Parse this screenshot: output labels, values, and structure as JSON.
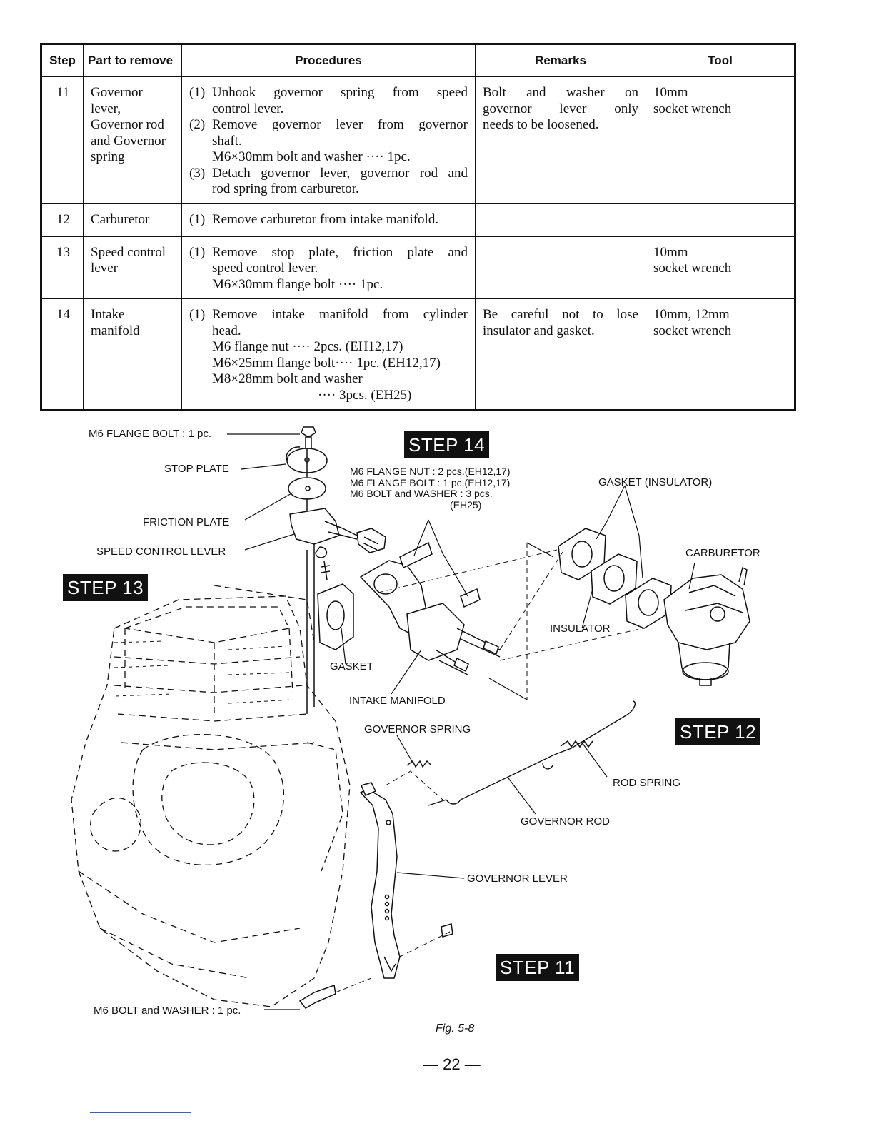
{
  "table": {
    "headers": {
      "step": "Step",
      "part": "Part to remove",
      "procedures": "Procedures",
      "remarks": "Remarks",
      "tool": "Tool"
    },
    "rows": [
      {
        "step": "11",
        "part": [
          "Governor",
          "lever,",
          "Governor rod",
          "and Governor",
          "spring"
        ],
        "procedures": {
          "p1_num": "(1)",
          "p1_a": "Unhook governor spring from speed",
          "p1_b": "control lever.",
          "p2_num": "(2)",
          "p2_a": "Remove governor lever from governor",
          "p2_b": "shaft.",
          "p2_c": "M6×30mm bolt and washer ···· 1pc.",
          "p3_num": "(3)",
          "p3_a": "Detach governor lever, governor rod and",
          "p3_b": "rod spring from carburetor."
        },
        "remarks": [
          "Bolt and washer on",
          "governor lever only",
          "needs to be loosened."
        ],
        "tool": [
          "10mm",
          "socket wrench"
        ]
      },
      {
        "step": "12",
        "part": [
          "Carburetor"
        ],
        "procedures": {
          "p1_num": "(1)",
          "p1_a": "Remove carburetor from intake manifold."
        },
        "remarks": [],
        "tool": []
      },
      {
        "step": "13",
        "part": [
          "Speed control",
          "lever"
        ],
        "procedures": {
          "p1_num": "(1)",
          "p1_a": "Remove stop plate, friction plate and",
          "p1_b": "speed control lever.",
          "p1_c": "M6×30mm flange bolt ···· 1pc."
        },
        "remarks": [],
        "tool": [
          "10mm",
          "socket wrench"
        ]
      },
      {
        "step": "14",
        "part": [
          "Intake",
          "manifold"
        ],
        "procedures": {
          "p1_num": "(1)",
          "p1_a": "Remove intake manifold from cylinder",
          "p1_b": "head.",
          "p1_c": "M6 flange nut ···· 2pcs. (EH12,17)",
          "p1_d": "M6×25mm flange bolt···· 1pc. (EH12,17)",
          "p1_e": "M8×28mm bolt and washer",
          "p1_f": "···· 3pcs. (EH25)"
        },
        "remarks": [
          "Be careful not to lose",
          "insulator and gasket."
        ],
        "tool": [
          "10mm, 12mm",
          "socket wrench"
        ]
      }
    ]
  },
  "figure": {
    "labels": {
      "m6_flange_bolt": "M6 FLANGE BOLT : 1 pc.",
      "stop_plate": "STOP PLATE",
      "friction_plate": "FRICTION PLATE",
      "speed_control_lever": "SPEED CONTROL LEVER",
      "step14_parts": "M6 FLANGE NUT : 2 pcs.(EH12,17)\nM6 FLANGE BOLT : 1 pc.(EH12,17)\nM6 BOLT and WASHER : 3 pcs.\n                                    (EH25)",
      "gasket_insulator": "GASKET (INSULATOR)",
      "carburetor": "CARBURETOR",
      "insulator": "INSULATOR",
      "gasket": "GASKET",
      "intake_manifold": "INTAKE MANIFOLD",
      "governor_spring": "GOVERNOR SPRING",
      "rod_spring": "ROD SPRING",
      "governor_rod": "GOVERNOR ROD",
      "governor_lever": "GOVERNOR LEVER",
      "m6_bolt_washer": "M6 BOLT and WASHER : 1 pc."
    },
    "badges": {
      "step14": "STEP 14",
      "step13": "STEP 13",
      "step12": "STEP 12",
      "step11": "STEP 11"
    },
    "caption": "Fig. 5-8"
  },
  "page_number": "— 22 —"
}
